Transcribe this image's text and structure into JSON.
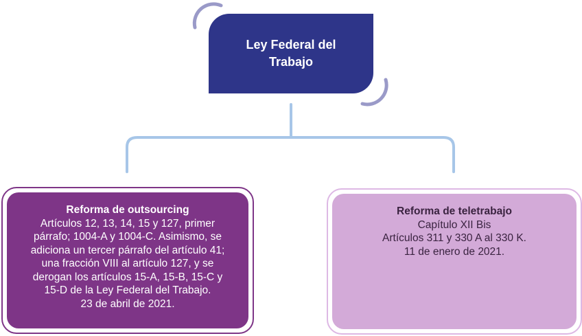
{
  "root": {
    "title": "Ley Federal del Trabajo",
    "color": "#2e3589"
  },
  "colors": {
    "connector": "#a7c6e8",
    "accent_arc": "#9a9ac8",
    "left_fill": "#7e3587",
    "right_fill": "#d3aad8"
  },
  "children": [
    {
      "title": "Reforma de outsourcing",
      "lines": [
        "Artículos 12, 13, 14, 15 y 127, primer",
        "párrafo; 1004-A y 1004-C. Asimismo, se",
        "adiciona un tercer párrafo del artículo 41;",
        "una fracción VIII al artículo 127, y se",
        "derogan los artículos 15-A, 15-B, 15-C y",
        "15-D de la Ley Federal del Trabajo.",
        "23 de abril de 2021."
      ]
    },
    {
      "title": "Reforma de teletrabajo",
      "lines": [
        "Capítulo XII Bis",
        "Artículos 311 y 330 A al 330 K.",
        "11 de enero de 2021."
      ]
    }
  ]
}
